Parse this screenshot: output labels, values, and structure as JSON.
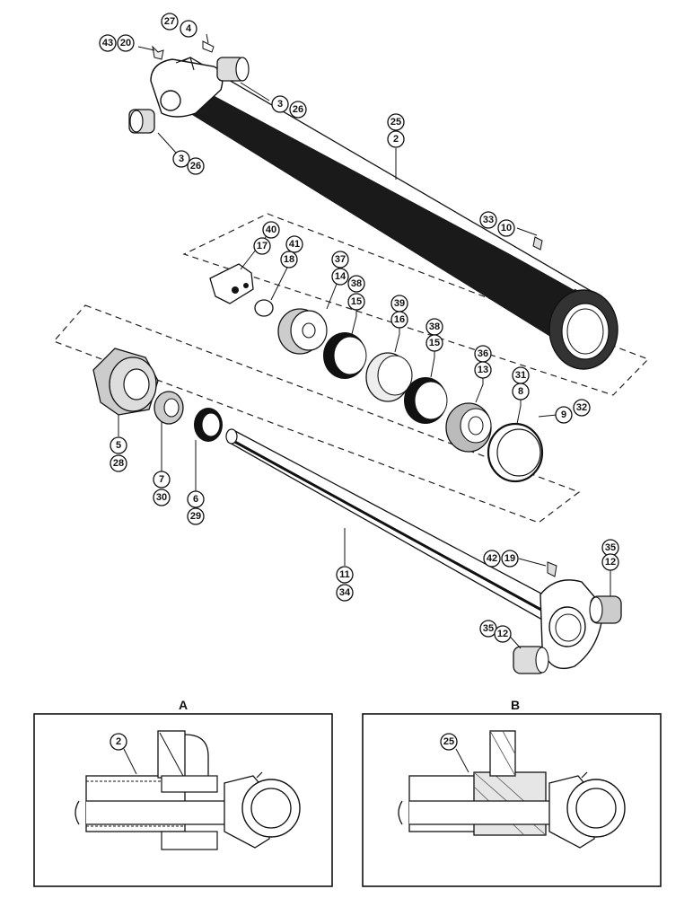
{
  "callouts": {
    "c43": "43",
    "c20": "20",
    "c27": "27",
    "c4": "4",
    "c3a": "3",
    "c26a": "26",
    "c3b": "3",
    "c26b": "26",
    "c25": "25",
    "c2": "2",
    "c33": "33",
    "c10": "10",
    "c40": "40",
    "c17": "17",
    "c41": "41",
    "c18": "18",
    "c37": "37",
    "c14": "14",
    "c38a": "38",
    "c15a": "15",
    "c39": "39",
    "c16": "16",
    "c38b": "38",
    "c15b": "15",
    "c36": "36",
    "c13": "13",
    "c31": "31",
    "c8": "8",
    "c9": "9",
    "c32": "32",
    "c5": "5",
    "c28": "28",
    "c7": "7",
    "c30": "30",
    "c6": "6",
    "c29": "29",
    "c11": "11",
    "c34": "34",
    "c42": "42",
    "c19": "19",
    "c35a": "35",
    "c12a": "12",
    "c35b": "35",
    "c12b": "12"
  },
  "panels": {
    "a": {
      "letter": "A",
      "callout": "2"
    },
    "b": {
      "letter": "B",
      "callout": "25"
    }
  }
}
